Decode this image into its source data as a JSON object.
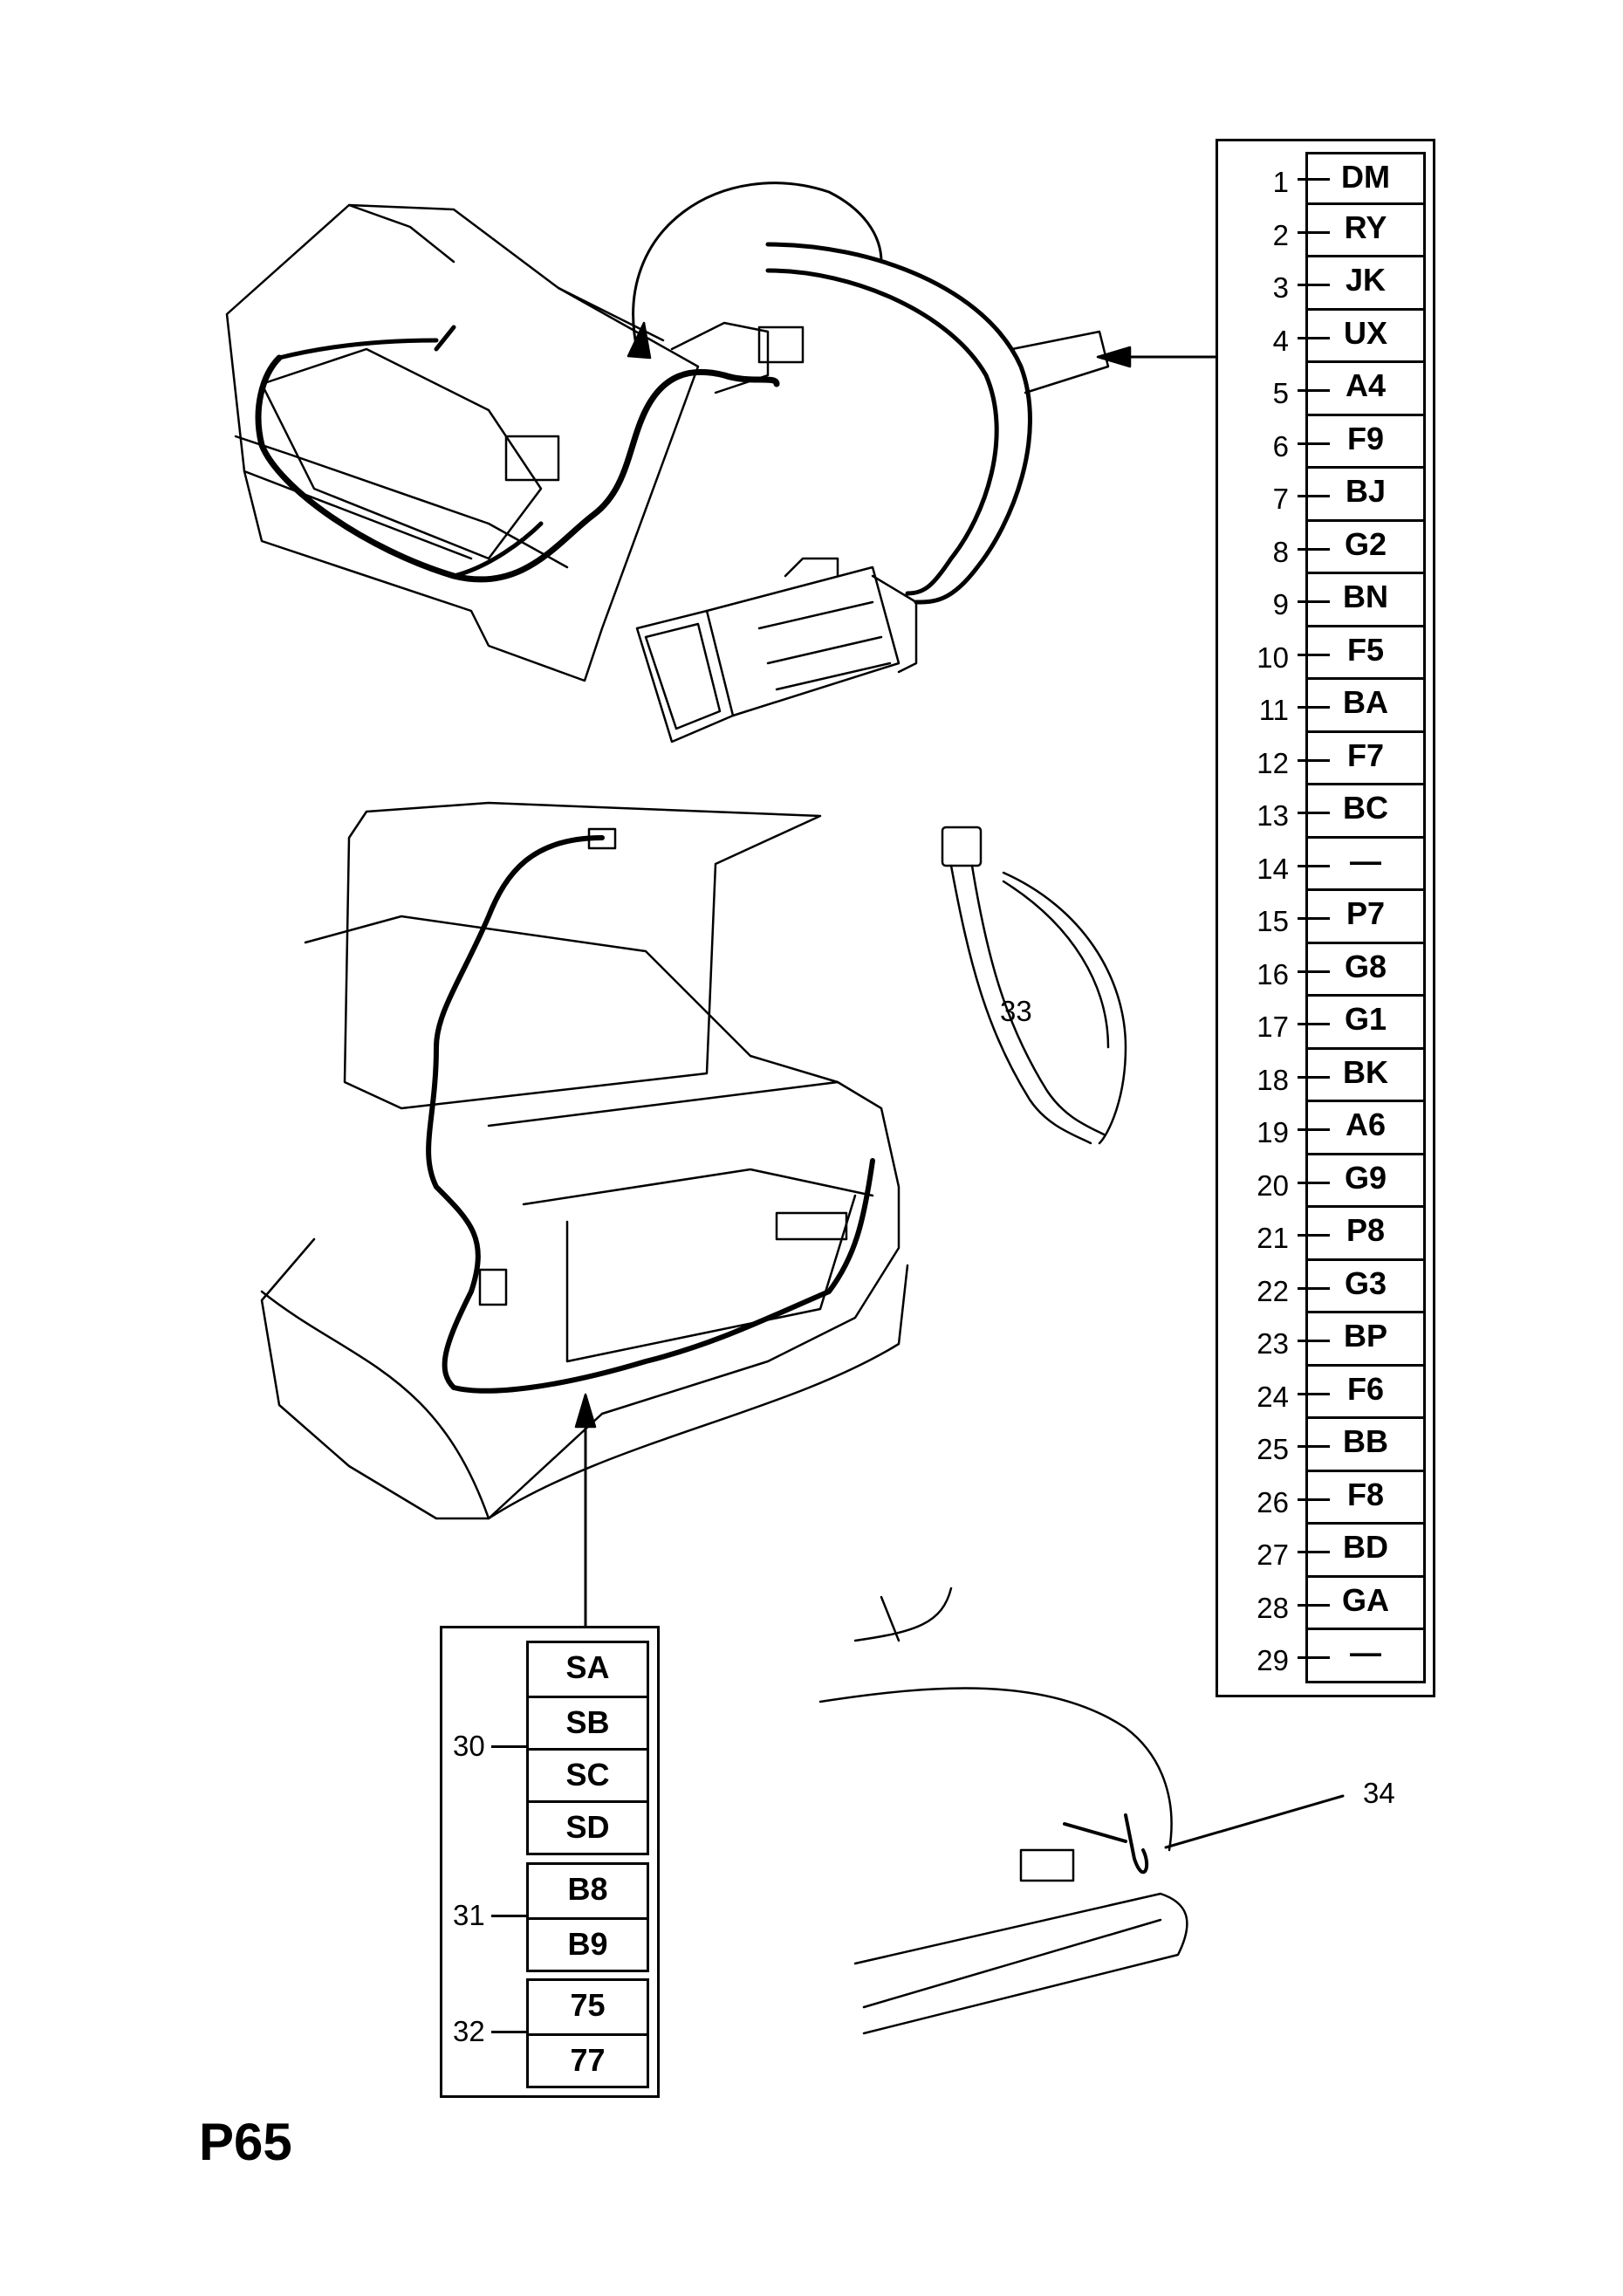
{
  "page_code": "P65",
  "main_table": {
    "rows": [
      {
        "num": "1",
        "code": "DM"
      },
      {
        "num": "2",
        "code": "RY"
      },
      {
        "num": "3",
        "code": "JK"
      },
      {
        "num": "4",
        "code": "UX"
      },
      {
        "num": "5",
        "code": "A4"
      },
      {
        "num": "6",
        "code": "F9"
      },
      {
        "num": "7",
        "code": "BJ"
      },
      {
        "num": "8",
        "code": "G2"
      },
      {
        "num": "9",
        "code": "BN"
      },
      {
        "num": "10",
        "code": "F5"
      },
      {
        "num": "11",
        "code": "BA"
      },
      {
        "num": "12",
        "code": "F7"
      },
      {
        "num": "13",
        "code": "BC"
      },
      {
        "num": "14",
        "code": "—"
      },
      {
        "num": "15",
        "code": "P7"
      },
      {
        "num": "16",
        "code": "G8"
      },
      {
        "num": "17",
        "code": "G1"
      },
      {
        "num": "18",
        "code": "BK"
      },
      {
        "num": "19",
        "code": "A6"
      },
      {
        "num": "20",
        "code": "G9"
      },
      {
        "num": "21",
        "code": "P8"
      },
      {
        "num": "22",
        "code": "G3"
      },
      {
        "num": "23",
        "code": "BP"
      },
      {
        "num": "24",
        "code": "F6"
      },
      {
        "num": "25",
        "code": "BB"
      },
      {
        "num": "26",
        "code": "F8"
      },
      {
        "num": "27",
        "code": "BD"
      },
      {
        "num": "28",
        "code": "GA"
      },
      {
        "num": "29",
        "code": "—"
      }
    ]
  },
  "sub_table": {
    "groups": [
      {
        "num": "30",
        "codes": [
          "SA",
          "SB",
          "SC",
          "SD"
        ]
      },
      {
        "num": "31",
        "codes": [
          "B8",
          "B9"
        ]
      },
      {
        "num": "32",
        "codes": [
          "75",
          "77"
        ]
      }
    ]
  },
  "callouts": {
    "cable_tie": "33",
    "rear_corner": "34"
  }
}
